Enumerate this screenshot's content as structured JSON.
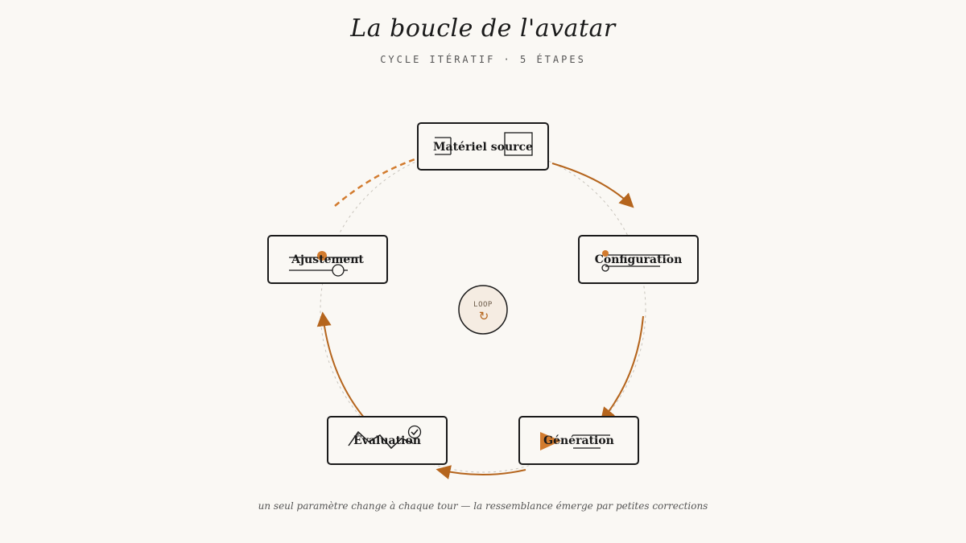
{
  "title": "La boucle de l'avatar",
  "subtitle": "CYCLE ITÉRATIF · 5 ÉTAPES",
  "caption": "un seul paramètre change à chaque tour — la ressemblance émerge par petites corrections",
  "center": {
    "label": "LOOP",
    "glyph": "↻"
  },
  "colors": {
    "background": "#faf8f4",
    "ink": "#1a1a1a",
    "accent": "#b5651d",
    "accent_light": "#d27b2e",
    "center_fill": "#f5ece2",
    "guide": "#c8c4bc"
  },
  "steps": [
    {
      "label": "Matériel source",
      "icon": "image-frame-icon"
    },
    {
      "label": "Configuration",
      "icon": "sliders-icon"
    },
    {
      "label": "Génération",
      "icon": "play-icon"
    },
    {
      "label": "Évaluation",
      "icon": "check-icon"
    },
    {
      "label": "Ajustement",
      "icon": "knob-icon"
    }
  ]
}
